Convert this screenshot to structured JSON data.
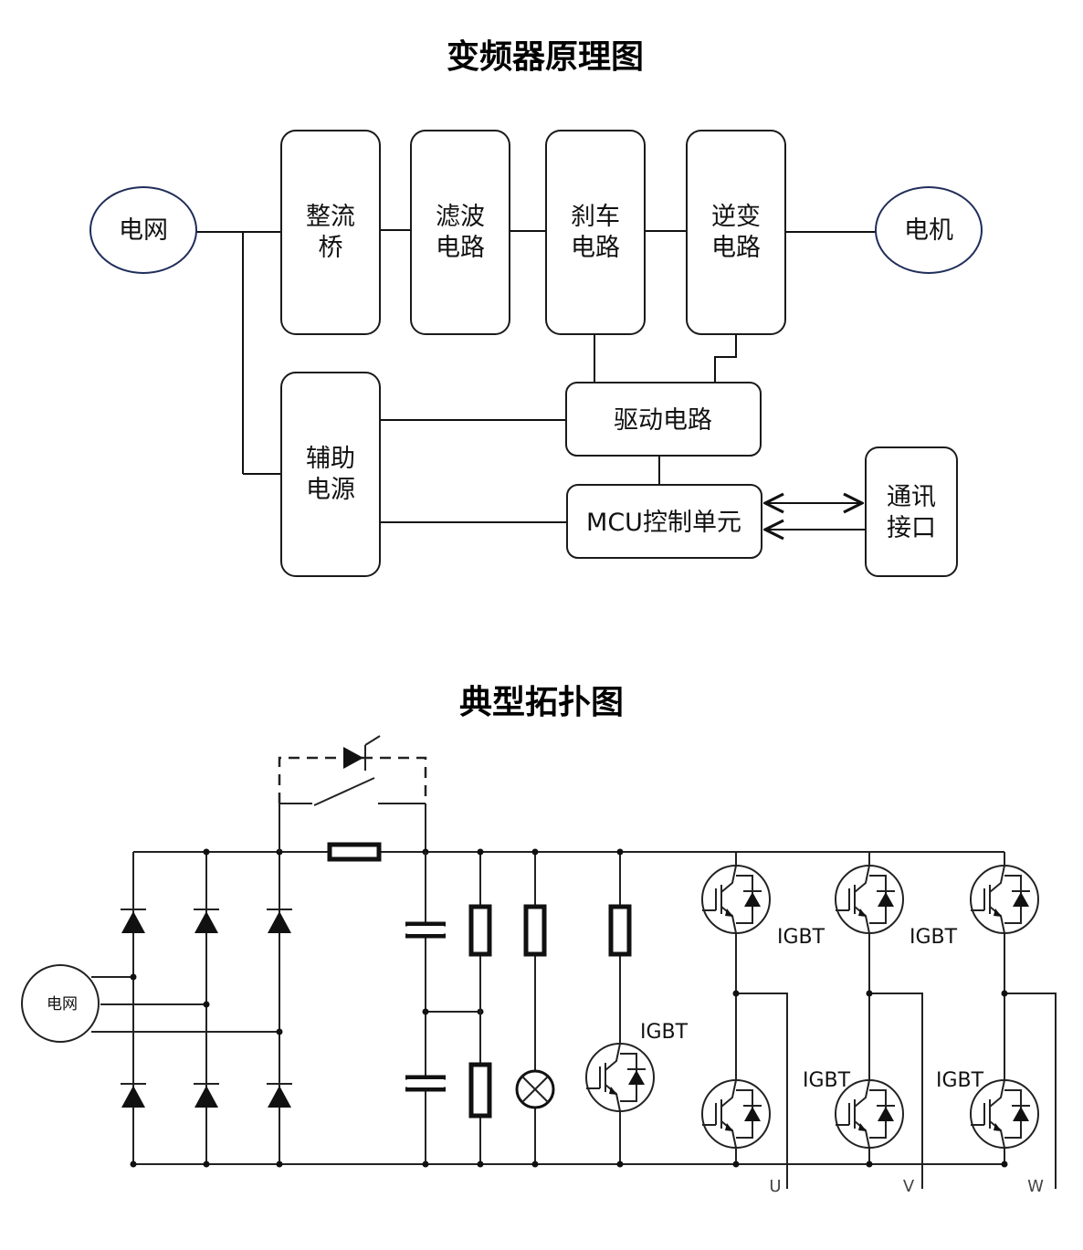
{
  "block_diagram": {
    "title": "变频器原理图",
    "grid": "电网",
    "motor": "电机",
    "rectifier": [
      "整流",
      "桥"
    ],
    "filter": [
      "滤波",
      "电路"
    ],
    "brake": [
      "刹车",
      "电路"
    ],
    "inverter": [
      "逆变",
      "电路"
    ],
    "aux_power": [
      "辅助",
      "电源"
    ],
    "driver": "驱动电路",
    "mcu": "MCU控制单元",
    "comm": [
      "通讯",
      "接口"
    ]
  },
  "topology": {
    "title": "典型拓扑图",
    "grid": "电网",
    "igbt_label": "IGBT",
    "outputs": [
      "U",
      "V",
      "W"
    ]
  },
  "colors": {
    "ellipse_stroke": "#1f2d5a",
    "line": "#111111"
  }
}
